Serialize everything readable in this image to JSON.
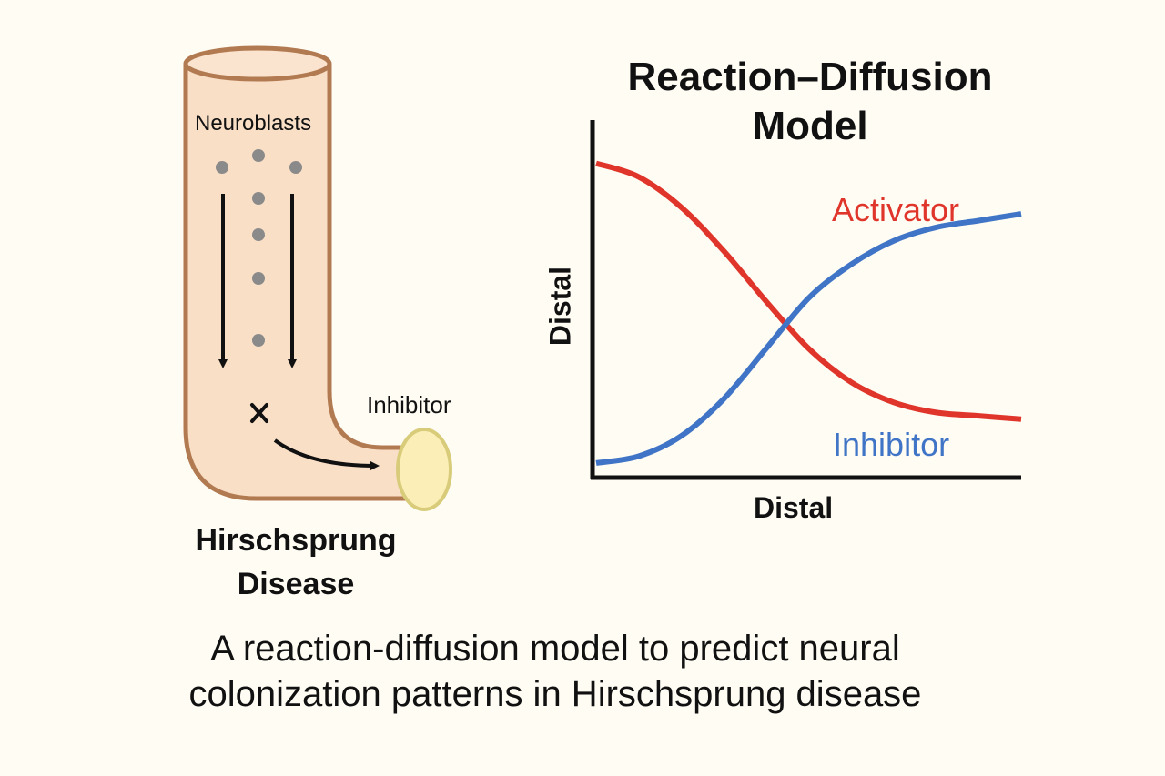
{
  "diagram": {
    "neuroblasts_label": "Neuroblasts",
    "blockage_mark": "×",
    "inhibitor_label": "Inhibitor",
    "disease_title_line1": "Hirschsprung",
    "disease_title_line2": "Disease",
    "colors": {
      "gut_fill": "#f9dfc6",
      "gut_stroke": "#b27a51",
      "dot": "#8a8a8a",
      "ganglion_fill": "#fbeeb7",
      "ganglion_stroke": "#d8cc7a"
    }
  },
  "chart_data": {
    "type": "line",
    "title": "Reaction–Diffusion Model",
    "title_line1": "Reaction–Diffusion",
    "title_line2": "Model",
    "xlabel": "Distal",
    "ylabel": "Distal",
    "xlim": [
      0,
      1
    ],
    "ylim": [
      0,
      1
    ],
    "grid": false,
    "x": [
      0,
      0.1,
      0.2,
      0.3,
      0.4,
      0.5,
      0.6,
      0.7,
      0.8,
      0.9,
      1.0
    ],
    "series": [
      {
        "name": "Activator",
        "color": "#e0352b",
        "values": [
          0.92,
          0.88,
          0.79,
          0.66,
          0.51,
          0.37,
          0.27,
          0.21,
          0.18,
          0.17,
          0.16
        ]
      },
      {
        "name": "Inhibitor",
        "color": "#3f74c6",
        "values": [
          0.03,
          0.05,
          0.11,
          0.22,
          0.37,
          0.52,
          0.62,
          0.69,
          0.73,
          0.75,
          0.77
        ]
      }
    ],
    "legend_labels": [
      "Activator",
      "Inhibitor"
    ]
  },
  "caption": {
    "line1": "A reaction-diffusion model to predict neural",
    "line2": "colonization patterns in Hirschsprung disease"
  }
}
